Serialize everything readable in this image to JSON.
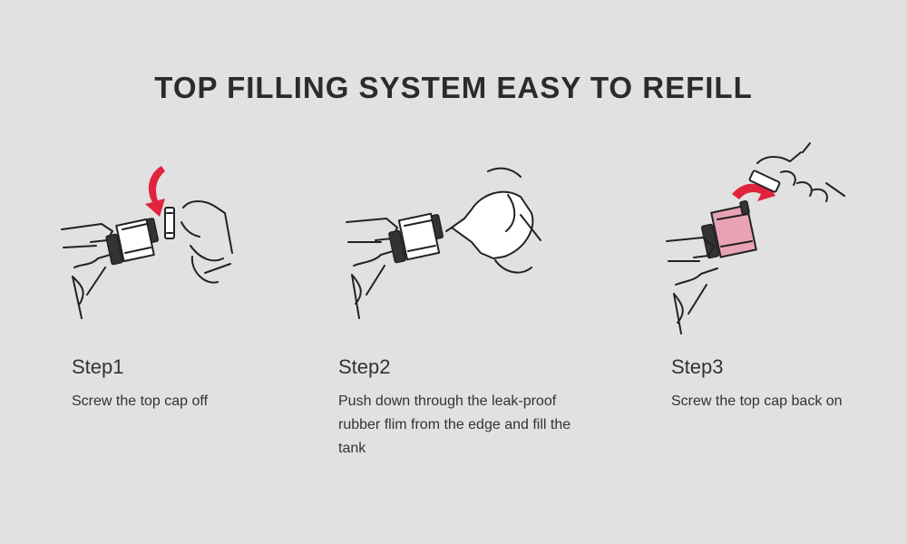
{
  "title": "TOP FILLING SYSTEM EASY TO REFILL",
  "steps": [
    {
      "label": "Step1",
      "desc": "Screw the top cap off"
    },
    {
      "label": "Step2",
      "desc": "Push down through the leak-proof rubber flim from the edge and fill the tank"
    },
    {
      "label": "Step3",
      "desc": "Screw the top cap back on"
    }
  ],
  "colors": {
    "background": "#e1e1e1",
    "text": "#333333",
    "arrow": "#e2233d",
    "tank_tint": "#e8a3b5"
  }
}
